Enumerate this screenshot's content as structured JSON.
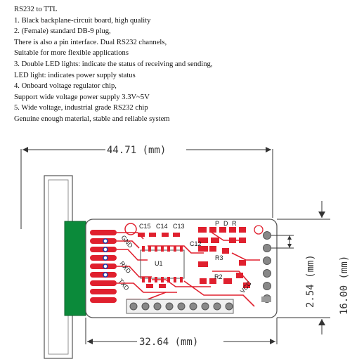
{
  "spec": {
    "lines": [
      "RS232 to TTL",
      "1. Black backplane-circuit board, high quality",
      "2. (Female) standard DB-9 plug,",
      "There is also a pin interface. Dual RS232 channels,",
      "Suitable for more flexible applications",
      "3. Double LED lights: indicate the status of receiving and sending,",
      "LED light: indicates power supply status",
      "4. Onboard voltage regulator chip,",
      "Support wide voltage power supply 3.3V~5V",
      "5. Wide voltage, industrial grade RS232 chip",
      "Genuine enough material, stable and reliable system"
    ]
  },
  "diagram": {
    "dims": {
      "top_width": "44.71 (mm)",
      "bottom_width": "32.64 (mm)",
      "pin_pitch": "2.54 (mm)",
      "height": "16.00 (mm)"
    },
    "components": {
      "c15": "C15",
      "c14": "C14",
      "c13": "C13",
      "c12": "C12",
      "p": "P",
      "r": "R",
      "d": "D",
      "u1": "U1",
      "r2": "R2",
      "r3": "R3"
    },
    "pads": {
      "gnd": "GND",
      "rxd": "RXD",
      "txd": "TXD",
      "vcc": "VCC"
    },
    "colors": {
      "pcb_outline": "#555555",
      "db9_green": "#0b8a3a",
      "trace_red": "#e0202e",
      "pad_gray": "#9a9a9a",
      "dim_line": "#333333"
    }
  }
}
